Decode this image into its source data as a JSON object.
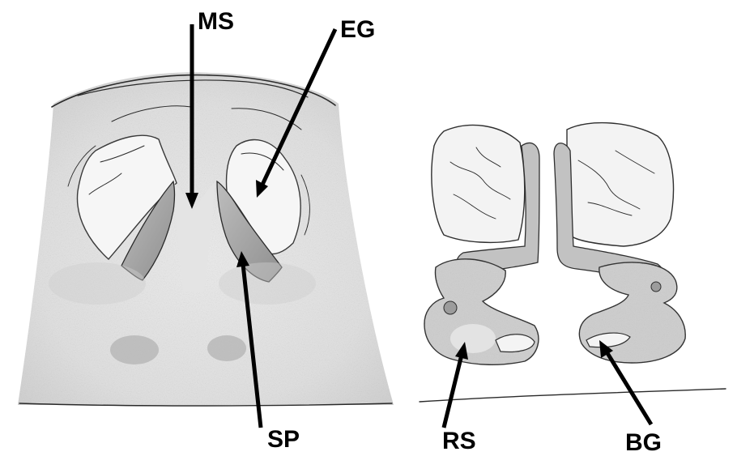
{
  "labels": {
    "ms": "MS",
    "eg": "EG",
    "sp": "SP",
    "rs": "RS",
    "bg": "BG"
  },
  "colors": {
    "background": "#ffffff",
    "stipple_light": "#ececec",
    "stipple_mid": "#d6d6d6",
    "stipple_dark": "#a9a9a9",
    "ink": "#000000"
  }
}
